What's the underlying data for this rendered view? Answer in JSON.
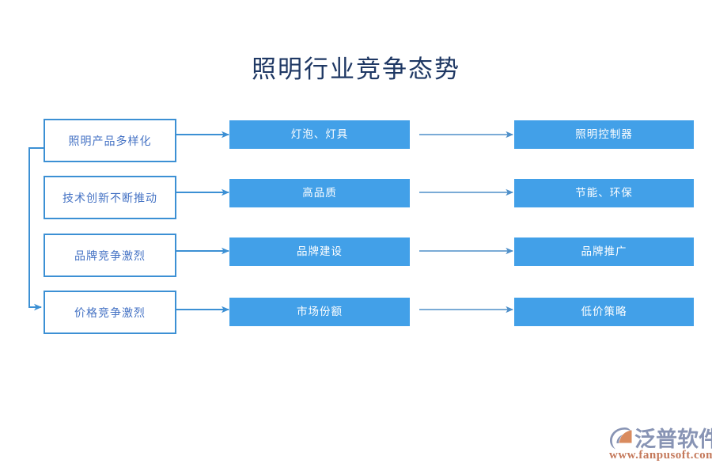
{
  "page": {
    "title": "照明行业竞争态势",
    "background_color": "#ffffff",
    "title_color": "#1f3864"
  },
  "colors": {
    "box_fill_blue": "#42A0E8",
    "box_outline_blue": "#3C90D4",
    "outline_text_blue": "#4472C4",
    "arrow_blue": "#3C90D4",
    "thin_arrow_blue": "#5B9BD5",
    "logo_gray_blue": "#8894B4",
    "logo_orange": "#C4785A"
  },
  "diagram": {
    "type": "flow-matrix",
    "column_count": 3,
    "row_count": 4,
    "columns": [
      {
        "id": "drivers",
        "style": "outline"
      },
      {
        "id": "factors",
        "style": "filled"
      },
      {
        "id": "outcomes",
        "style": "filled"
      }
    ],
    "rows": [
      {
        "driver": "照明产品多样化",
        "factor": "灯泡、灯具",
        "outcome": "照明控制器"
      },
      {
        "driver": "技术创新不断推动",
        "factor": "高品质",
        "outcome": "节能、环保"
      },
      {
        "driver": "品牌竞争激烈",
        "factor": "品牌建设",
        "outcome": "品牌推广"
      },
      {
        "driver": "价格竞争激烈",
        "factor": "市场份额",
        "outcome": "低价策略"
      }
    ],
    "connectors": [
      {
        "from": "driver-1",
        "to": "factor-1",
        "shape": "straight",
        "arrow": true
      },
      {
        "from": "driver-2",
        "to": "factor-2",
        "shape": "straight",
        "arrow": true
      },
      {
        "from": "driver-3",
        "to": "factor-3",
        "shape": "straight",
        "arrow": true
      },
      {
        "from": "driver-4",
        "to": "factor-4",
        "shape": "straight",
        "arrow": true
      },
      {
        "from": "factor-1",
        "to": "outcome-1",
        "shape": "straight",
        "arrow": true
      },
      {
        "from": "factor-2",
        "to": "outcome-2",
        "shape": "straight",
        "arrow": true
      },
      {
        "from": "factor-3",
        "to": "outcome-3",
        "shape": "straight",
        "arrow": true
      },
      {
        "from": "factor-4",
        "to": "outcome-4",
        "shape": "straight",
        "arrow": true
      },
      {
        "from": "driver-1",
        "to": "driver-4",
        "shape": "elbow-left",
        "arrow": true
      }
    ]
  },
  "logo": {
    "name": "泛普软件",
    "url": "www.fanpusoft.com",
    "mark": "fanpu-logo-mark"
  }
}
